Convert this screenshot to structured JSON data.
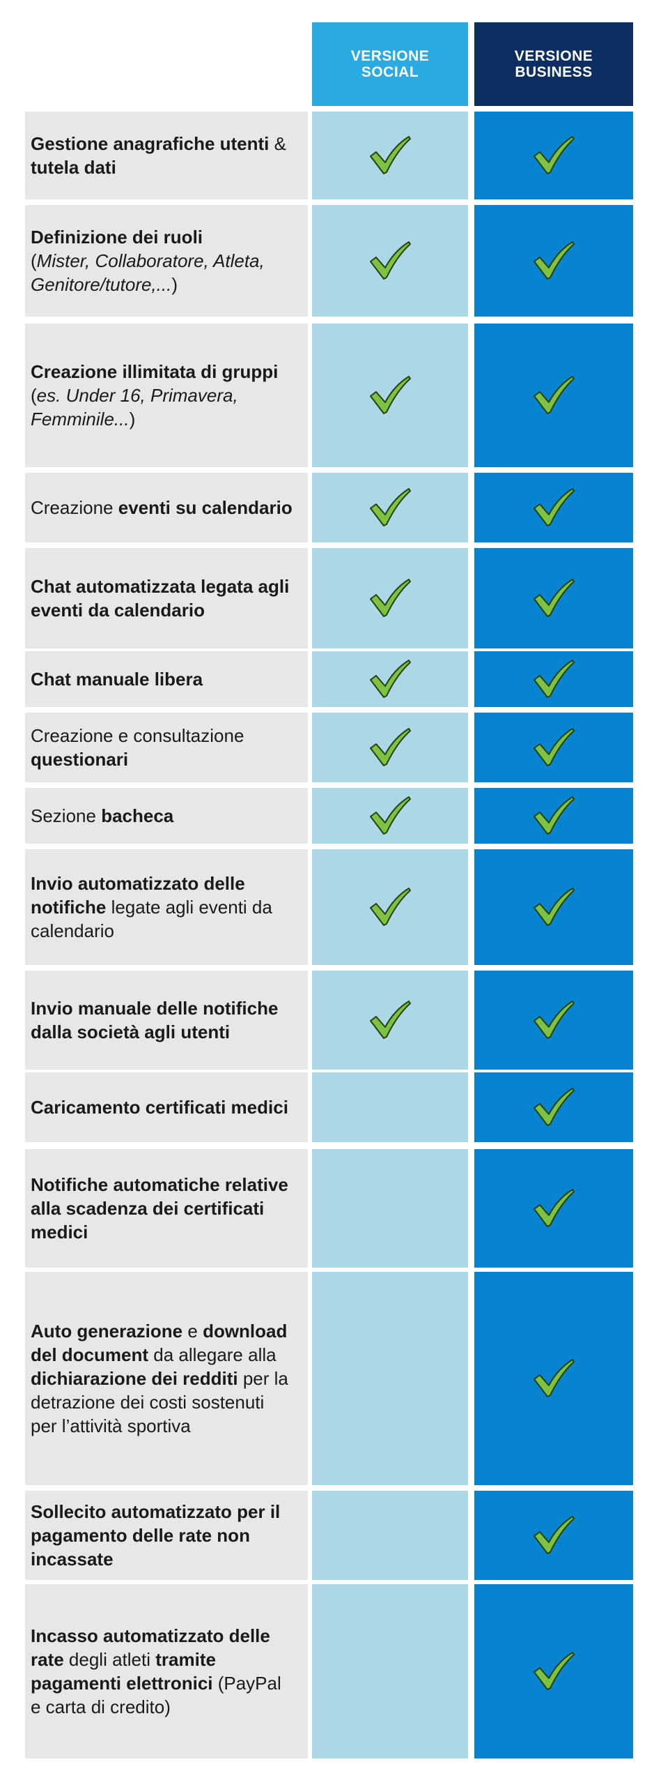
{
  "header": {
    "social": {
      "line1": "VERSIONE",
      "line2": "SOCIAL",
      "color": "#29abe2"
    },
    "business": {
      "line1": "VERSIONE",
      "line2": "BUSINESS",
      "color": "#0d2e63"
    }
  },
  "colors": {
    "feature_bg": "#e6e7e9",
    "social_bg": "#acd7e7",
    "business_bg": "#0883cf",
    "check": "#7dc242"
  },
  "icons": {
    "check": "check-icon"
  },
  "rows": [
    {
      "parts": [
        {
          "t": "Gestione anagrafiche utenti",
          "s": "b"
        },
        {
          "t": " & ",
          "s": ""
        },
        {
          "t": "tutela dati",
          "s": "b"
        }
      ],
      "social": true,
      "business": true
    },
    {
      "parts": [
        {
          "t": "Definizione dei ruoli",
          "s": "b"
        },
        {
          "t": "\n(",
          "s": ""
        },
        {
          "t": "Mister, Collaboratore, Atleta, Genitore/tutore,...",
          "s": "i"
        },
        {
          "t": ")",
          "s": ""
        }
      ],
      "social": true,
      "business": true
    },
    {
      "parts": [
        {
          "t": "Creazione illimitata di gruppi",
          "s": "b"
        },
        {
          "t": "\n(",
          "s": ""
        },
        {
          "t": "es. Under 16, Primavera, Femminile...",
          "s": "i"
        },
        {
          "t": ")",
          "s": ""
        }
      ],
      "social": true,
      "business": true
    },
    {
      "parts": [
        {
          "t": "Creazione ",
          "s": ""
        },
        {
          "t": "eventi su calendario",
          "s": "b"
        }
      ],
      "social": true,
      "business": true
    },
    {
      "parts": [
        {
          "t": "Chat automatizzata legata agli eventi da calendario",
          "s": "b"
        }
      ],
      "social": true,
      "business": true
    },
    {
      "parts": [
        {
          "t": "Chat manuale libera",
          "s": "b"
        }
      ],
      "social": true,
      "business": true
    },
    {
      "parts": [
        {
          "t": "Creazione e consultazione ",
          "s": ""
        },
        {
          "t": "questionari",
          "s": "b"
        }
      ],
      "social": true,
      "business": true
    },
    {
      "parts": [
        {
          "t": "Sezione ",
          "s": ""
        },
        {
          "t": "bacheca",
          "s": "b"
        }
      ],
      "social": true,
      "business": true
    },
    {
      "parts": [
        {
          "t": "Invio automatizzato delle notifiche",
          "s": "b"
        },
        {
          "t": " legate agli eventi da calendario",
          "s": ""
        }
      ],
      "social": true,
      "business": true
    },
    {
      "parts": [
        {
          "t": "Invio manuale delle notifiche dalla società agli utenti",
          "s": "b"
        }
      ],
      "social": true,
      "business": true
    },
    {
      "parts": [
        {
          "t": "Caricamento certificati medici",
          "s": "b"
        }
      ],
      "social": false,
      "business": true
    },
    {
      "parts": [
        {
          "t": "Notifiche automatiche relative alla scadenza dei certificati medici",
          "s": "b"
        }
      ],
      "social": false,
      "business": true
    },
    {
      "parts": [
        {
          "t": "Auto generazione",
          "s": "b"
        },
        {
          "t": " e ",
          "s": ""
        },
        {
          "t": "download del document",
          "s": "b"
        },
        {
          "t": " da allegare alla ",
          "s": ""
        },
        {
          "t": "dichiarazione dei redditi",
          "s": "b"
        },
        {
          "t": " per la detrazione dei costi sostenuti per l’attività sportiva",
          "s": ""
        }
      ],
      "social": false,
      "business": true
    },
    {
      "parts": [
        {
          "t": "Sollecito automatizzato per il pagamento delle rate non incassate",
          "s": "b"
        }
      ],
      "social": false,
      "business": true
    },
    {
      "parts": [
        {
          "t": "Incasso automatizzato delle rate",
          "s": "b"
        },
        {
          "t": " degli atleti ",
          "s": ""
        },
        {
          "t": "tramite pagamenti elettronici",
          "s": "b"
        },
        {
          "t": " (PayPal e carta di credito)",
          "s": ""
        }
      ],
      "social": false,
      "business": true
    }
  ]
}
